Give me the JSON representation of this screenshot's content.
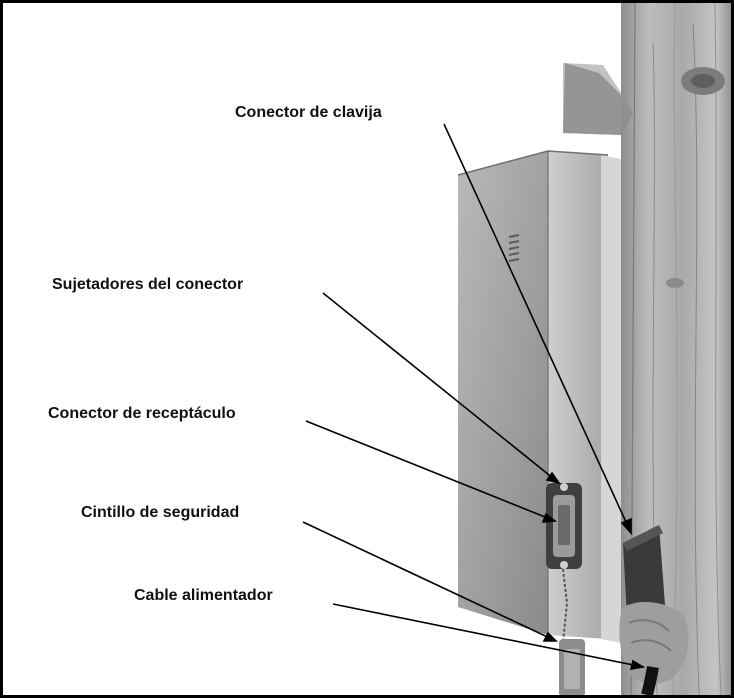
{
  "labels": {
    "plug_connector": "Conector de clavija",
    "connector_fasteners": "Sujetadores del conector",
    "receptacle_connector": "Conector de receptáculo",
    "safety_strap": "Cintillo de seguridad",
    "feeder_cable": "Cable alimentador"
  },
  "colors": {
    "border": "#000000",
    "label_text": "#111111",
    "leader_line": "#000000"
  }
}
